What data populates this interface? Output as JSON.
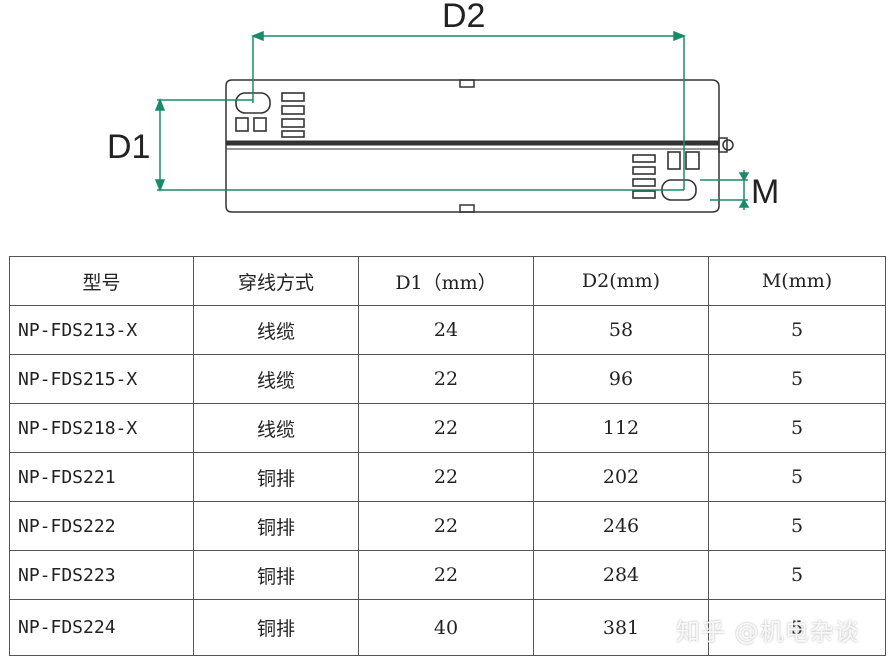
{
  "diagram": {
    "label_d1": "D1",
    "label_d2": "D2",
    "label_m": "M",
    "dimension_color": "#1a8a6a",
    "outline_color": "#333333"
  },
  "table": {
    "headers": [
      "型号",
      "穿线方式",
      "D1（mm）",
      "D2(mm)",
      "M(mm)"
    ],
    "rows": [
      [
        "NP-FDS213-X",
        "线缆",
        "24",
        "58",
        "5"
      ],
      [
        "NP-FDS215-X",
        "线缆",
        "22",
        "96",
        "5"
      ],
      [
        "NP-FDS218-X",
        "线缆",
        "22",
        "112",
        "5"
      ],
      [
        "NP-FDS221",
        "铜排",
        "22",
        "202",
        "5"
      ],
      [
        "NP-FDS222",
        "铜排",
        "22",
        "246",
        "5"
      ],
      [
        "NP-FDS223",
        "铜排",
        "22",
        "284",
        "5"
      ],
      [
        "NP-FDS224",
        "铜排",
        "40",
        "381",
        "5"
      ]
    ]
  },
  "watermark": "知乎 @机电杂谈"
}
